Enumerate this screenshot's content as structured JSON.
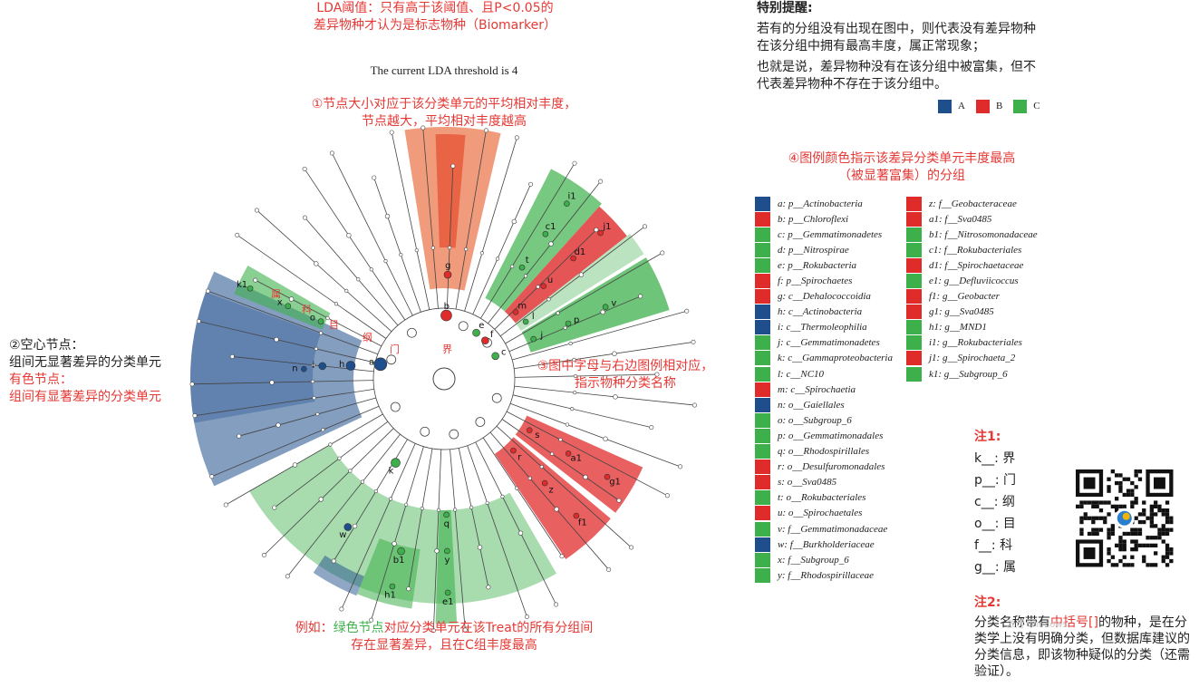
{
  "lda_note": {
    "line1": "LDA阈值：只有高于该阈值、且P<0.05的",
    "line2": "差异物种才认为是标志物种（Biomarker）"
  },
  "lda_threshold": "The current LDA threshold is 4",
  "annotation1": {
    "line1": "①节点大小对应于该分类单元的平均相对丰度，",
    "line2": "节点越大，平均相对丰度越高"
  },
  "annotation2": {
    "line1": "②空心节点：",
    "line2": "组间无显著差异的分类单元",
    "line3": "有色节点：",
    "line4": "组间有显著差异的分类单元"
  },
  "annotation3": {
    "line1": "③图中字母与右边图例相对应，",
    "line2": "指示物种分类名称"
  },
  "annotation_bottom": {
    "line1_pre": "例如：",
    "line1_green": "绿色节点",
    "line1_post": "对应分类单元在该Treat的所有分组间",
    "line2": "存在显著差异，且在C组丰度最高"
  },
  "special_note": {
    "title": "特别提醒:",
    "p1": "若有的分组没有出现在图中，则代表没有差异物种在该分组中拥有最高丰度，属正常现象；",
    "p2": "也就是说，差异物种没有在该分组中被富集，但不代表差异物种不存在于该分组中。"
  },
  "annotation4": {
    "line1": "④图例颜色指示该差异分类单元丰度最高",
    "line2": "（被显著富集）的分组"
  },
  "rank_labels": {
    "kingdom": "界",
    "phylum": "门",
    "class": "纲",
    "order": "目",
    "family": "科",
    "genus": "属"
  },
  "colors": {
    "A": "#1f4e8c",
    "B": "#e02b2b",
    "C": "#3db04b"
  },
  "groups": [
    {
      "name": "A",
      "color": "#1f4e8c"
    },
    {
      "name": "B",
      "color": "#e02b2b"
    },
    {
      "name": "C",
      "color": "#3db04b"
    }
  ],
  "legend_col1": [
    {
      "text": "a: p__Actinobacteria",
      "group": "A"
    },
    {
      "text": "b: p__Chloroflexi",
      "group": "B"
    },
    {
      "text": "c: p__Gemmatimonadetes",
      "group": "C"
    },
    {
      "text": "d: p__Nitrospirae",
      "group": "C"
    },
    {
      "text": "e: p__Rokubacteria",
      "group": "C"
    },
    {
      "text": "f: p__Spirochaetes",
      "group": "B"
    },
    {
      "text": "g: c__Dehalococcoidia",
      "group": "B"
    },
    {
      "text": "h: c__Actinobacteria",
      "group": "A"
    },
    {
      "text": "i: c__Thermoleophilia",
      "group": "A"
    },
    {
      "text": "j: c__Gemmatimonadetes",
      "group": "C"
    },
    {
      "text": "k: c__Gammaproteobacteria",
      "group": "C"
    },
    {
      "text": "l: c__NC10",
      "group": "C"
    },
    {
      "text": "m: c__Spirochaetia",
      "group": "B"
    },
    {
      "text": "n: o__Gaiellales",
      "group": "A"
    },
    {
      "text": "o: o__Subgroup_6",
      "group": "C"
    },
    {
      "text": "p: o__Gemmatimonadales",
      "group": "C"
    },
    {
      "text": "q: o__Rhodospirillales",
      "group": "C"
    },
    {
      "text": "r: o__Desulfuromonadales",
      "group": "B"
    },
    {
      "text": "s: o__Sva0485",
      "group": "B"
    },
    {
      "text": "t: o__Rokubacteriales",
      "group": "C"
    },
    {
      "text": "u: o__Spirochaetales",
      "group": "B"
    },
    {
      "text": "v: f__Gemmatimonadaceae",
      "group": "C"
    },
    {
      "text": "w: f__Burkholderiaceae",
      "group": "A"
    },
    {
      "text": "x: f__Subgroup_6",
      "group": "C"
    },
    {
      "text": "y: f__Rhodospirillaceae",
      "group": "C"
    }
  ],
  "legend_col2": [
    {
      "text": "z: f__Geobacteraceae",
      "group": "B"
    },
    {
      "text": "a1: f__Sva0485",
      "group": "B"
    },
    {
      "text": "b1: f__Nitrosomonadaceae",
      "group": "C"
    },
    {
      "text": "c1: f__Rokubacteriales",
      "group": "C"
    },
    {
      "text": "d1: f__Spirochaetaceae",
      "group": "B"
    },
    {
      "text": "e1: g__Defluviicoccus",
      "group": "C"
    },
    {
      "text": "f1: g__Geobacter",
      "group": "B"
    },
    {
      "text": "g1: g__Sva0485",
      "group": "B"
    },
    {
      "text": "h1: g__MND1",
      "group": "C"
    },
    {
      "text": "i1: g__Rokubacteriales",
      "group": "C"
    },
    {
      "text": "j1: g__Spirochaeta_2",
      "group": "B"
    },
    {
      "text": "k1: g__Subgroup_6",
      "group": "C"
    }
  ],
  "note1": {
    "title": "注1:",
    "rows": [
      "k__: 界",
      "p__: 门",
      "c__: 纲",
      "o__: 目",
      "f__: 科",
      "g__: 属"
    ]
  },
  "note2": {
    "title": "注2:",
    "text_pre": "分类名称带有",
    "text_red": "中括号[]",
    "text_post": "的物种，是在分类学上没有明确分类，但数据库建议的分类信息，即该物种疑似的分类（还需验证）。"
  },
  "watermark": "激活 Windows"
}
